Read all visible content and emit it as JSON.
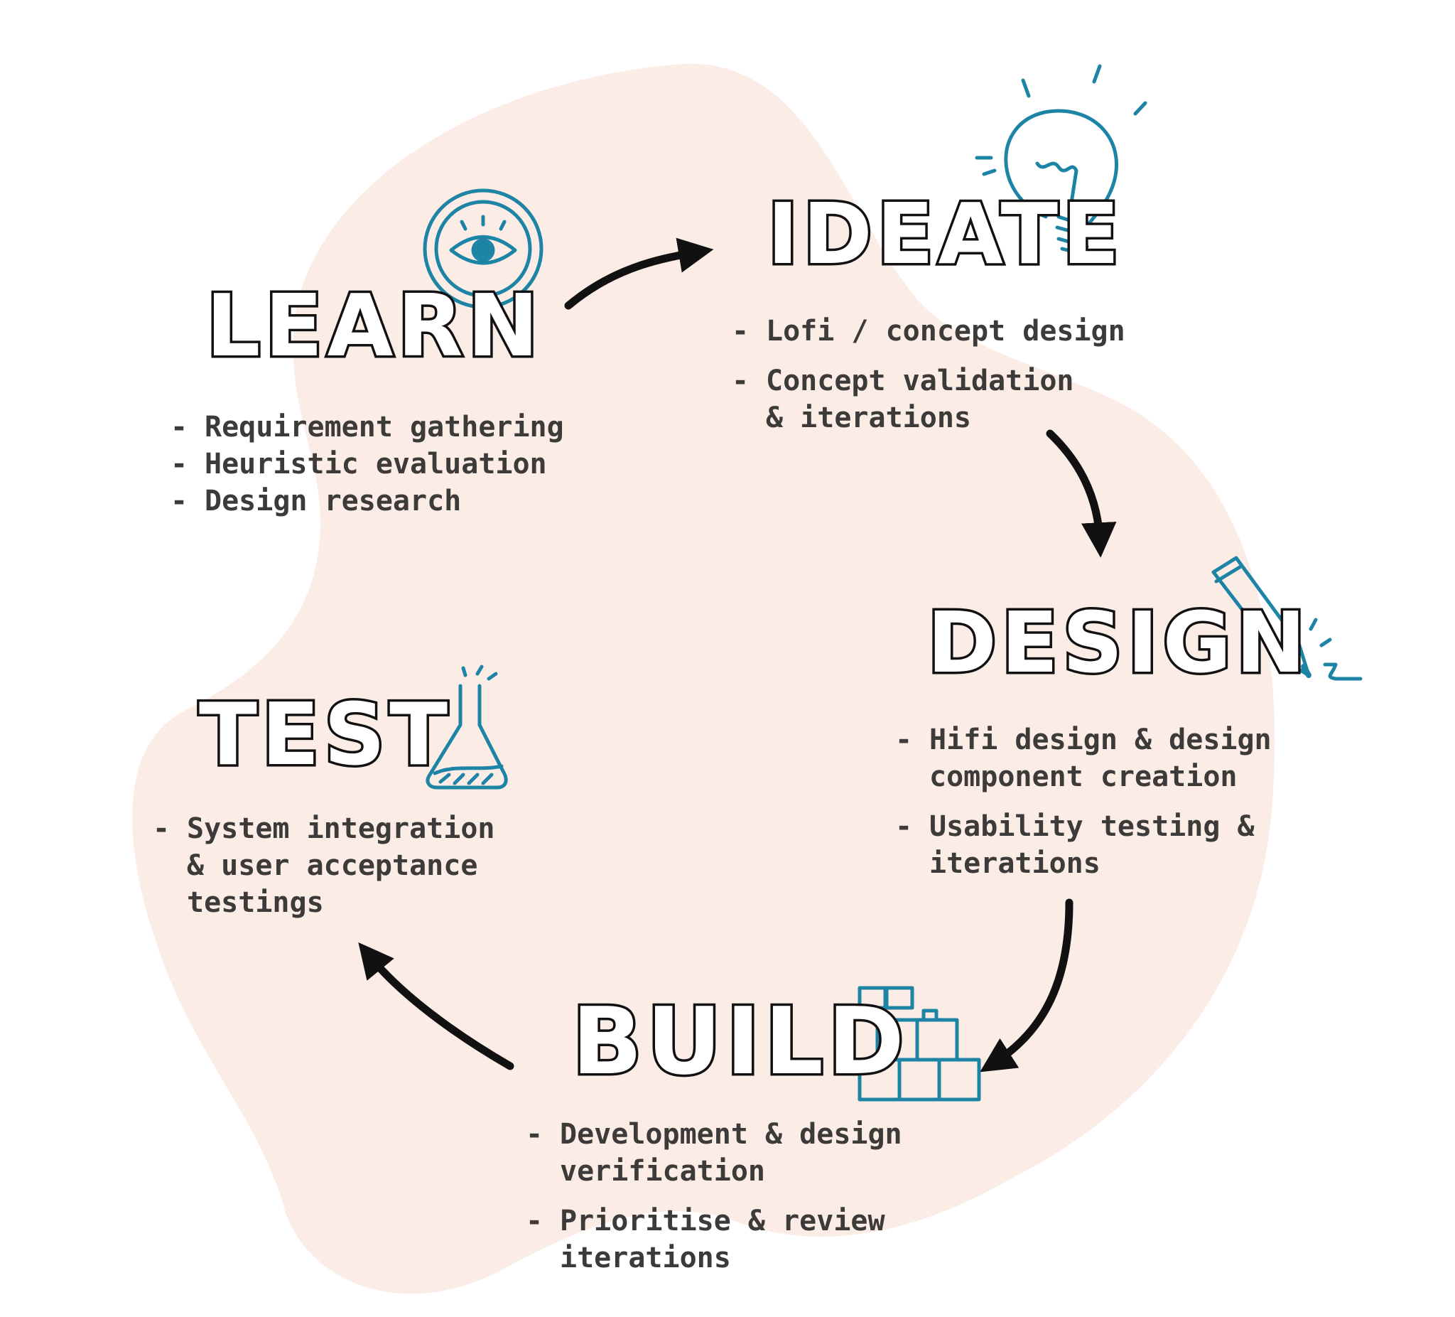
{
  "colors": {
    "blob": "#fbece5",
    "ink": "#111111",
    "text": "#3d3a3a",
    "accent": "#1d84a6"
  },
  "stages": {
    "learn": {
      "title": "LEARN",
      "icon": "magnifier-eye-icon",
      "items": [
        "Requirement gathering",
        "Heuristic evaluation",
        "Design research"
      ]
    },
    "ideate": {
      "title": "IDEATE",
      "icon": "lightbulb-icon",
      "items": [
        "Lofi / concept design",
        "Concept validation\n& iterations"
      ]
    },
    "design": {
      "title": "DESIGN",
      "icon": "pencil-icon",
      "items": [
        "Hifi design & design\ncomponent creation",
        "Usability testing &\niterations"
      ]
    },
    "build": {
      "title": "BUILD",
      "icon": "building-blocks-icon",
      "items": [
        "Development & design\nverification",
        "Prioritise & review\niterations"
      ]
    },
    "test": {
      "title": "TEST",
      "icon": "flask-icon",
      "items": [
        "System integration\n& user acceptance\ntestings"
      ]
    }
  }
}
